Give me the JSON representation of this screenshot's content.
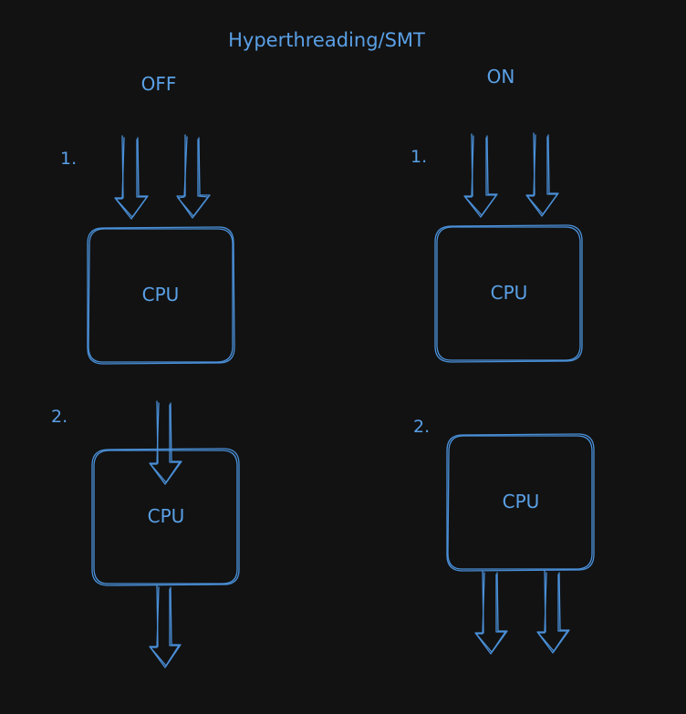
{
  "title": "Hyperthreading/SMT",
  "columns": {
    "off": {
      "heading": "OFF",
      "step1": {
        "number": "1.",
        "cpu_label": "CPU"
      },
      "step2": {
        "number": "2.",
        "cpu_label": "CPU"
      }
    },
    "on": {
      "heading": "ON",
      "step1": {
        "number": "1.",
        "cpu_label": "CPU"
      },
      "step2": {
        "number": "2.",
        "cpu_label": "CPU"
      }
    }
  },
  "colors": {
    "background": "#121212",
    "stroke": "#4a90d9",
    "text": "#5aa0e6"
  }
}
